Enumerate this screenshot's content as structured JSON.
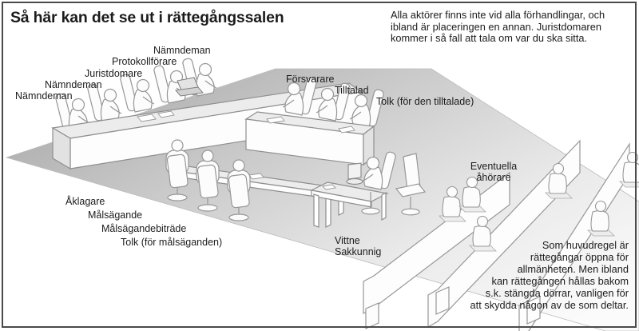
{
  "title": "Så här kan det se ut i rättegångssalen",
  "notes": {
    "top_right": [
      "Alla aktörer finns inte vid alla förhandlingar, och",
      "ibland är placeringen en annan. Juristdomaren",
      "kommer i så fall att tala om var du ska sitta."
    ],
    "bottom_right": [
      "Som huvudregel är",
      "rättegångar öppna för",
      "allmänheten. Men ibland",
      "kan rättegången hållas bakom",
      "s.k. stängda dörrar, vanligen för",
      "att skydda någon av de som deltar."
    ]
  },
  "labels": {
    "namndeman_1": "Nämndeman",
    "protokollforare": "Protokollförare",
    "juristdomare": "Juristdomare",
    "namndeman_2": "Nämndeman",
    "namndeman_3": "Nämndeman",
    "forsvarare": "Försvarare",
    "tilltalad": "Tilltalad",
    "tolk_tilltalad": "Tolk (för den tilltalade)",
    "aklagare": "Åklagare",
    "malsagande": "Målsägande",
    "malsagandebitrade": "Målsägandebiträde",
    "tolk_malsaganden": "Tolk (för målsäganden)",
    "vittne": "Vittne",
    "sakkunnig": "Sakkunnig",
    "ahorare": "Eventuella åhörare"
  },
  "colors": {
    "frame": "#4a4a4a",
    "text": "#1c1c1c",
    "line_art": "#979797",
    "floor_dark": "#a2a2a2",
    "floor_light": "#fbfbfb"
  }
}
